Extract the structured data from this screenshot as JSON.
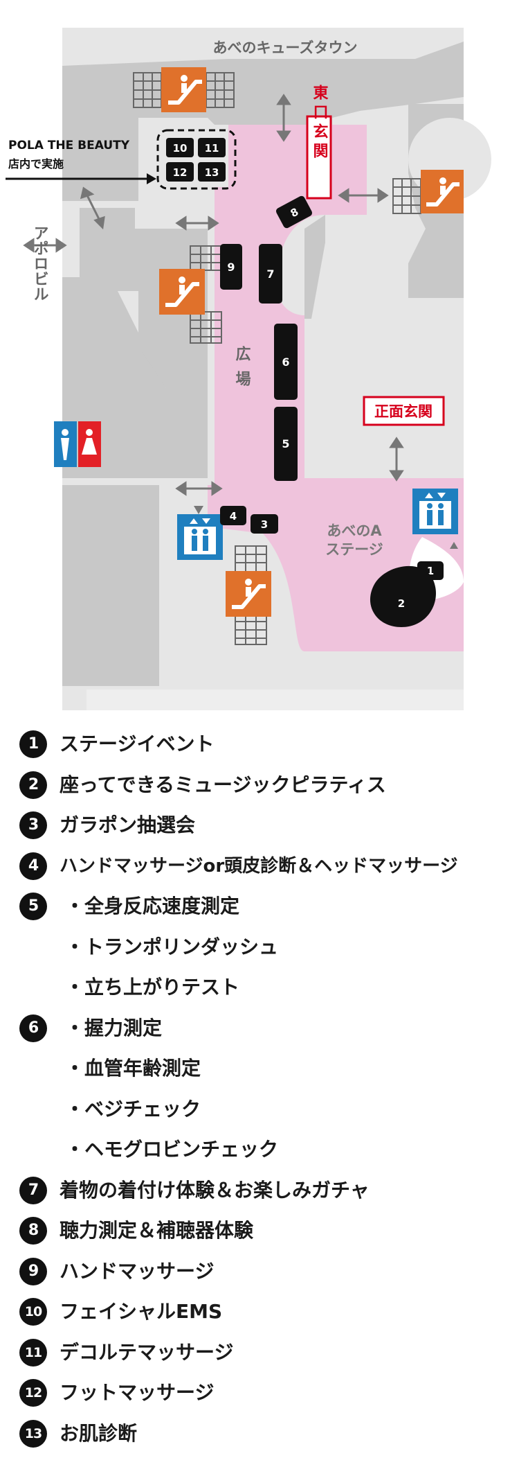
{
  "map": {
    "top_label": "あべのキューズタウン",
    "left_label": "アポロビル",
    "east_entrance": "東口玄関",
    "main_entrance": "正面玄関",
    "plaza": "広場",
    "stage_name": "あべのA",
    "stage_suffix": "ステージ",
    "pola_title": "POLA THE BEAUTY",
    "pola_sub": "店内で実施",
    "pola_booths": [
      "10",
      "11",
      "12",
      "13"
    ],
    "booths": [
      "1",
      "2",
      "3",
      "4",
      "5",
      "6",
      "7",
      "8",
      "9"
    ],
    "icons": [
      "escalator-icon",
      "elevator-icon",
      "restroom-icon",
      "two-way-arrow-icon"
    ],
    "colors": {
      "plaza_pink": "#efc3dc",
      "building_gray": "#c8c8c8",
      "walkway_light": "#e6e6e6",
      "escalator_orange": "#e0712b",
      "elevator_blue": "#1f7fbf",
      "entrance_red": "#d6001c",
      "restroom_blue": "#1f7fbf",
      "restroom_red": "#e32026"
    }
  },
  "legend": [
    {
      "num": "1",
      "lines": [
        "ステージイベント"
      ]
    },
    {
      "num": "2",
      "lines": [
        "座ってできるミュージックピラティス"
      ]
    },
    {
      "num": "3",
      "lines": [
        "ガラポン抽選会"
      ]
    },
    {
      "num": "4",
      "lines": [
        "ハンドマッサージor頭皮診断＆ヘッドマッサージ"
      ]
    },
    {
      "num": "5",
      "lines": [
        "・全身反応速度測定",
        "・トランポリンダッシュ",
        "・立ち上がりテスト"
      ]
    },
    {
      "num": "6",
      "lines": [
        "・握力測定",
        "・血管年齢測定",
        "・ベジチェック",
        "・ヘモグロビンチェック"
      ]
    },
    {
      "num": "7",
      "lines": [
        "着物の着付け体験＆お楽しみガチャ"
      ]
    },
    {
      "num": "8",
      "lines": [
        "聴力測定＆補聴器体験"
      ]
    },
    {
      "num": "9",
      "lines": [
        "ハンドマッサージ"
      ]
    },
    {
      "num": "10",
      "lines": [
        "フェイシャルEMS"
      ]
    },
    {
      "num": "11",
      "lines": [
        "デコルテマッサージ"
      ]
    },
    {
      "num": "12",
      "lines": [
        "フットマッサージ"
      ]
    },
    {
      "num": "13",
      "lines": [
        "お肌診断"
      ]
    }
  ]
}
